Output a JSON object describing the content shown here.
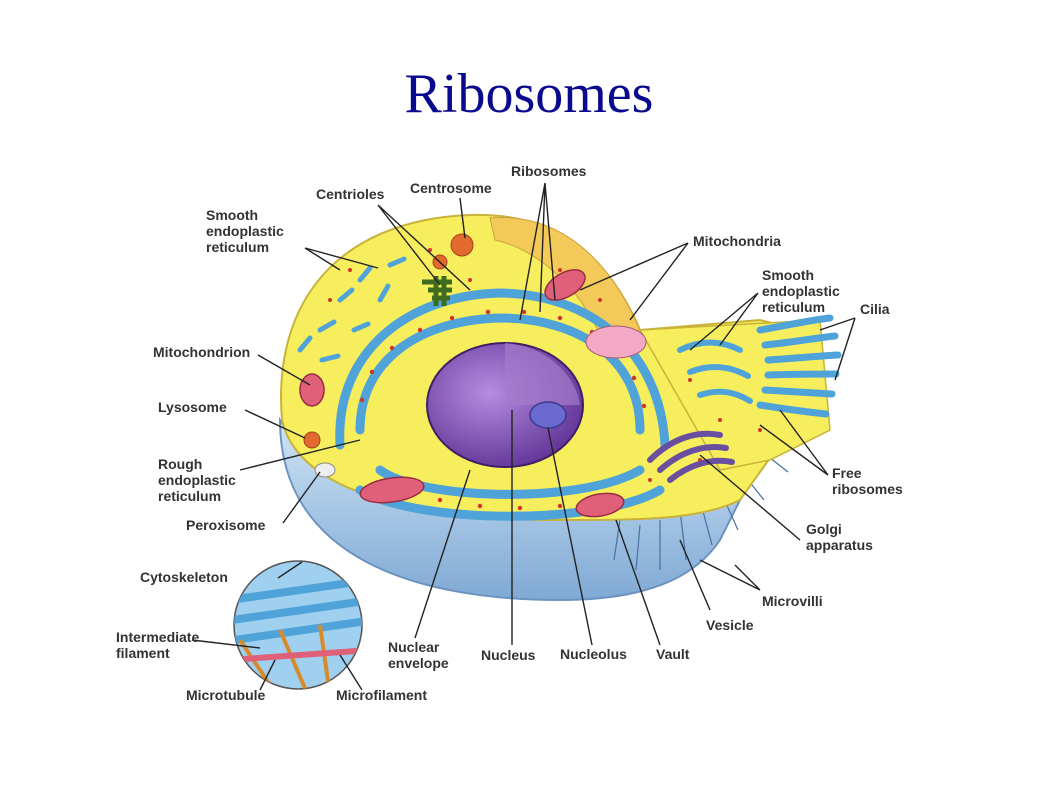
{
  "title": "Ribosomes",
  "colors": {
    "title": "#0a0a8e",
    "cytoplasm": "#f6ee5c",
    "membrane": "#8fb8e0",
    "nucleus": "#7d4bb0",
    "endoplasmic_reticulum": "#4fa3d8",
    "mitochondria": "#e0607a",
    "ribosome_dots": "#d2322d"
  },
  "labels": {
    "centrioles": "Centrioles",
    "centrosome": "Centrosome",
    "ribosomes": "Ribosomes",
    "smooth_er_left": [
      "Smooth",
      "endoplastic",
      "reticulum"
    ],
    "mitochondria": "Mitochondria",
    "smooth_er_right": [
      "Smooth",
      "endoplastic",
      "reticulum"
    ],
    "cilia": "Cilia",
    "mitochondrion": "Mitochondrion",
    "lysosome": "Lysosome",
    "rough_er": [
      "Rough",
      "endoplastic",
      "reticulum"
    ],
    "peroxisome": "Peroxisome",
    "cytoskeleton": "Cytoskeleton",
    "intermediate_filament": [
      "Intermediate",
      "filament"
    ],
    "microtubule": "Microtubule",
    "microfilament": "Microfilament",
    "nuclear_envelope": [
      "Nuclear",
      "envelope"
    ],
    "nucleus": "Nucleus",
    "nucleolus": "Nucleolus",
    "vault": "Vault",
    "vesicle": "Vesicle",
    "microvilli": "Microvilli",
    "golgi": [
      "Golgi",
      "apparatus"
    ],
    "free_ribosomes": [
      "Free",
      "ribosomes"
    ]
  }
}
